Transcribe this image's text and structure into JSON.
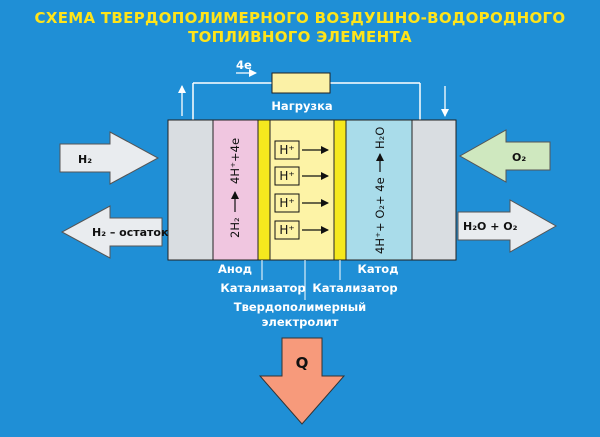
{
  "title": {
    "line1": "СХЕМА ТВЕРДОПОЛИМЕРНОГО ВОЗДУШНО-ВОДОРОДНОГО",
    "line2": "ТОПЛИВНОГО ЭЛЕМЕНТА"
  },
  "load": {
    "current_label": "4е",
    "label": "Нагрузка"
  },
  "inputs": {
    "h2_in": "Н₂",
    "h2_out": "Н₂ – остаток",
    "o2_in": "О₂",
    "exhaust": "Н₂О + О₂"
  },
  "anode": {
    "reaction_left": "2H₂",
    "reaction_right": "4H⁺+4е"
  },
  "cathode": {
    "reaction_left": "4H⁺+ О₂+ 4е",
    "reaction_right": "Н₂О"
  },
  "protons": [
    "H⁺",
    "H⁺",
    "H⁺",
    "H⁺"
  ],
  "labels": {
    "anode": "Анод",
    "cathode": "Катод",
    "catalyst_left": "Катализатор",
    "catalyst_right": "Катализатор",
    "electrolyte_line1": "Твердополимерный",
    "electrolyte_line2": "электролит"
  },
  "heat": {
    "label": "Q"
  },
  "colors": {
    "background": "#1f8fd6",
    "title": "#ffe41a",
    "plate": "#d9dde1",
    "anode": "#f0c6e0",
    "catalyst": "#f5e81e",
    "electrolyte": "#fdf3a6",
    "cathode": "#a9dcea",
    "heat_arrow": "#f79a7b",
    "arrow_light": "#e9ecef",
    "o2_arrow": "#cfe8bf"
  }
}
